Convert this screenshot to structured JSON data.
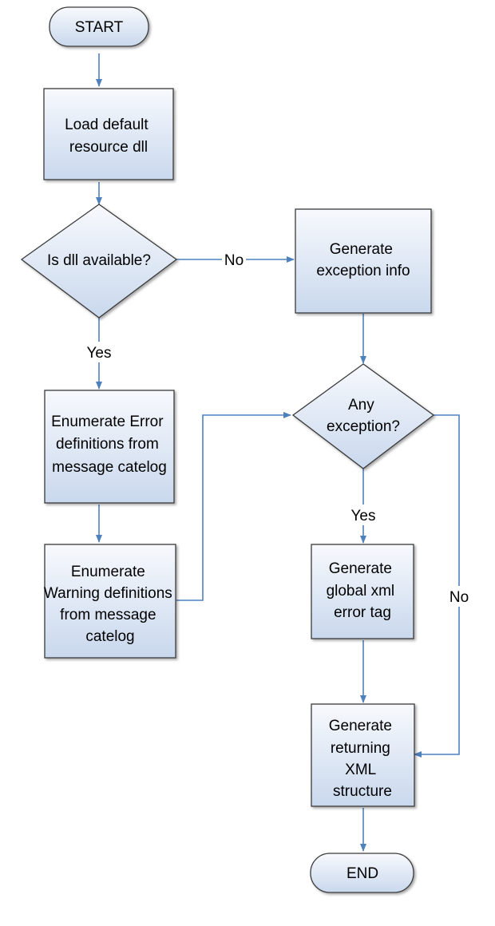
{
  "diagram": {
    "type": "flowchart",
    "colors": {
      "node_fill_gradient_top": "#f7f9fd",
      "node_fill_gradient_bottom": "#c9d8ed",
      "node_border": "#3a3a3a",
      "connector": "#4f81bd",
      "text": "#000000"
    },
    "nodes": {
      "start": {
        "shape": "terminal",
        "lines": [
          "START"
        ]
      },
      "load_dll": {
        "shape": "process",
        "lines": [
          "Load default",
          "resource dll"
        ]
      },
      "dll_available": {
        "shape": "decision",
        "lines": [
          "Is dll available?"
        ]
      },
      "gen_exception": {
        "shape": "process",
        "lines": [
          "Generate",
          "exception info"
        ]
      },
      "enum_error": {
        "shape": "process",
        "lines": [
          "Enumerate Error",
          "definitions from",
          "message catelog"
        ]
      },
      "enum_warning": {
        "shape": "process",
        "lines": [
          "Enumerate",
          "Warning definitions",
          "from  message",
          "catelog"
        ]
      },
      "any_exception": {
        "shape": "decision",
        "lines": [
          "Any",
          "exception?"
        ]
      },
      "gen_global_tag": {
        "shape": "process",
        "lines": [
          "Generate",
          "global xml",
          "error tag"
        ]
      },
      "gen_xml": {
        "shape": "process",
        "lines": [
          "Generate",
          "returning",
          "XML",
          "structure"
        ]
      },
      "end": {
        "shape": "terminal",
        "lines": [
          "END"
        ]
      }
    },
    "edges": {
      "start_to_load": {
        "from": "start",
        "to": "load_dll",
        "label": ""
      },
      "load_to_decision": {
        "from": "load_dll",
        "to": "dll_available",
        "label": ""
      },
      "decision_no": {
        "from": "dll_available",
        "to": "gen_exception",
        "label": "No"
      },
      "decision_yes": {
        "from": "dll_available",
        "to": "enum_error",
        "label": "Yes"
      },
      "error_to_warning": {
        "from": "enum_error",
        "to": "enum_warning",
        "label": ""
      },
      "warning_to_any": {
        "from": "enum_warning",
        "to": "any_exception",
        "label": ""
      },
      "exception_to_any": {
        "from": "gen_exception",
        "to": "any_exception",
        "label": ""
      },
      "any_yes": {
        "from": "any_exception",
        "to": "gen_global_tag",
        "label": "Yes"
      },
      "any_no": {
        "from": "any_exception",
        "to": "gen_xml",
        "label": "No"
      },
      "tag_to_xml": {
        "from": "gen_global_tag",
        "to": "gen_xml",
        "label": ""
      },
      "xml_to_end": {
        "from": "gen_xml",
        "to": "end",
        "label": ""
      }
    }
  }
}
